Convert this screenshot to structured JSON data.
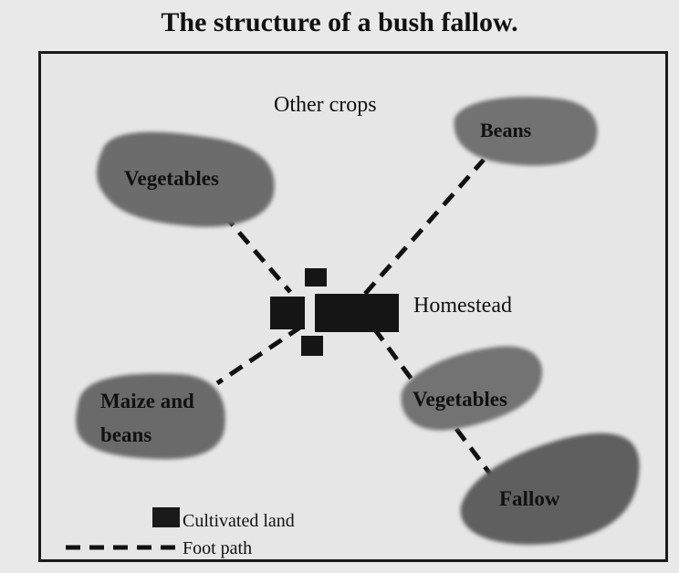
{
  "title": "The structure of a bush fallow.",
  "labels": {
    "other_crops": "Other crops",
    "beans": "Beans",
    "vegetables_top": "Vegetables",
    "homestead": "Homestead",
    "maize_line1": "Maize and",
    "maize_line2": "beans",
    "vegetables_right": "Vegetables",
    "fallow": "Fallow"
  },
  "legend": {
    "cultivated": "Cultivated land",
    "footpath": "Foot path"
  },
  "colors": {
    "patch": "#6f6f6f",
    "patch_dark": "#555555",
    "hut": "#151515",
    "path": "#111111",
    "background": "#e6e6e6"
  }
}
